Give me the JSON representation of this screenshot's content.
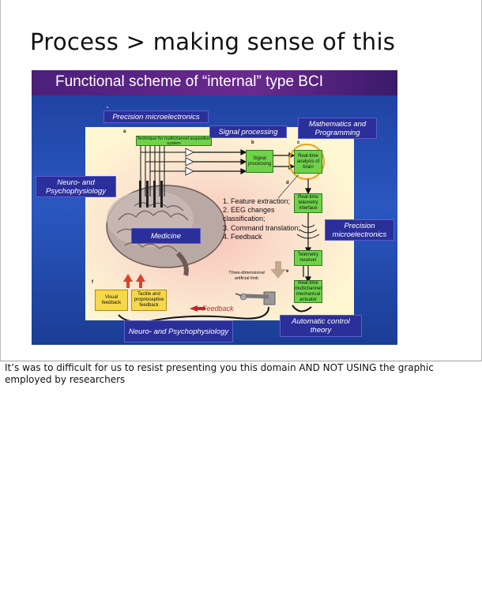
{
  "slide": {
    "title": "Process > making sense of this",
    "caption": "It’s was to difficult for us to resist presenting you this domain AND NOT USING the graphic employed by researchers"
  },
  "figure": {
    "title": "Functional scheme of “internal” type BCI",
    "labels": {
      "precision_micro_top": "Precision microelectronics",
      "signal_processing": "Signal processing",
      "math_programming": "Mathematics and Programming",
      "neuro_left": "Neuro- and Psychophysiology",
      "medicine": "Medicine",
      "precision_micro_right": "Precision microelectronics",
      "neuro_bottom": "Neuro- and Psychophysiology",
      "automatic_control": "Automatic control theory"
    },
    "boxes": {
      "technique": "Technique for multichannel acquisition system",
      "signal_proc": "Signal processing",
      "realtime_analysis": "Real-time analysis of brain",
      "telemetry_interface": "Real-time telemetry interface",
      "telemetry_receiver": "Telemetry receiver",
      "mechanical_actuator": "Real-time multichannel mechanical actuator",
      "visual_feedback": "Visual feedback",
      "tactile_feedback": "Tactile and proprioceptive feedback",
      "limb": "Three-dimensional artificial limb"
    },
    "steps": [
      "1. Feature extraction;",
      "2. EEG changes classification;",
      "3. Command translation;",
      "4. Feedback"
    ],
    "feedback_label": "Feedback",
    "letters": [
      "a",
      "b",
      "c",
      "d",
      "e",
      "f"
    ],
    "colors": {
      "background": "#2a57c0",
      "header": "#5a2484",
      "tag": "#2b2f9a",
      "green_box": "#6fd24a",
      "yellow_box": "#f6d84a",
      "feedback_arrow": "#c0262b"
    }
  }
}
